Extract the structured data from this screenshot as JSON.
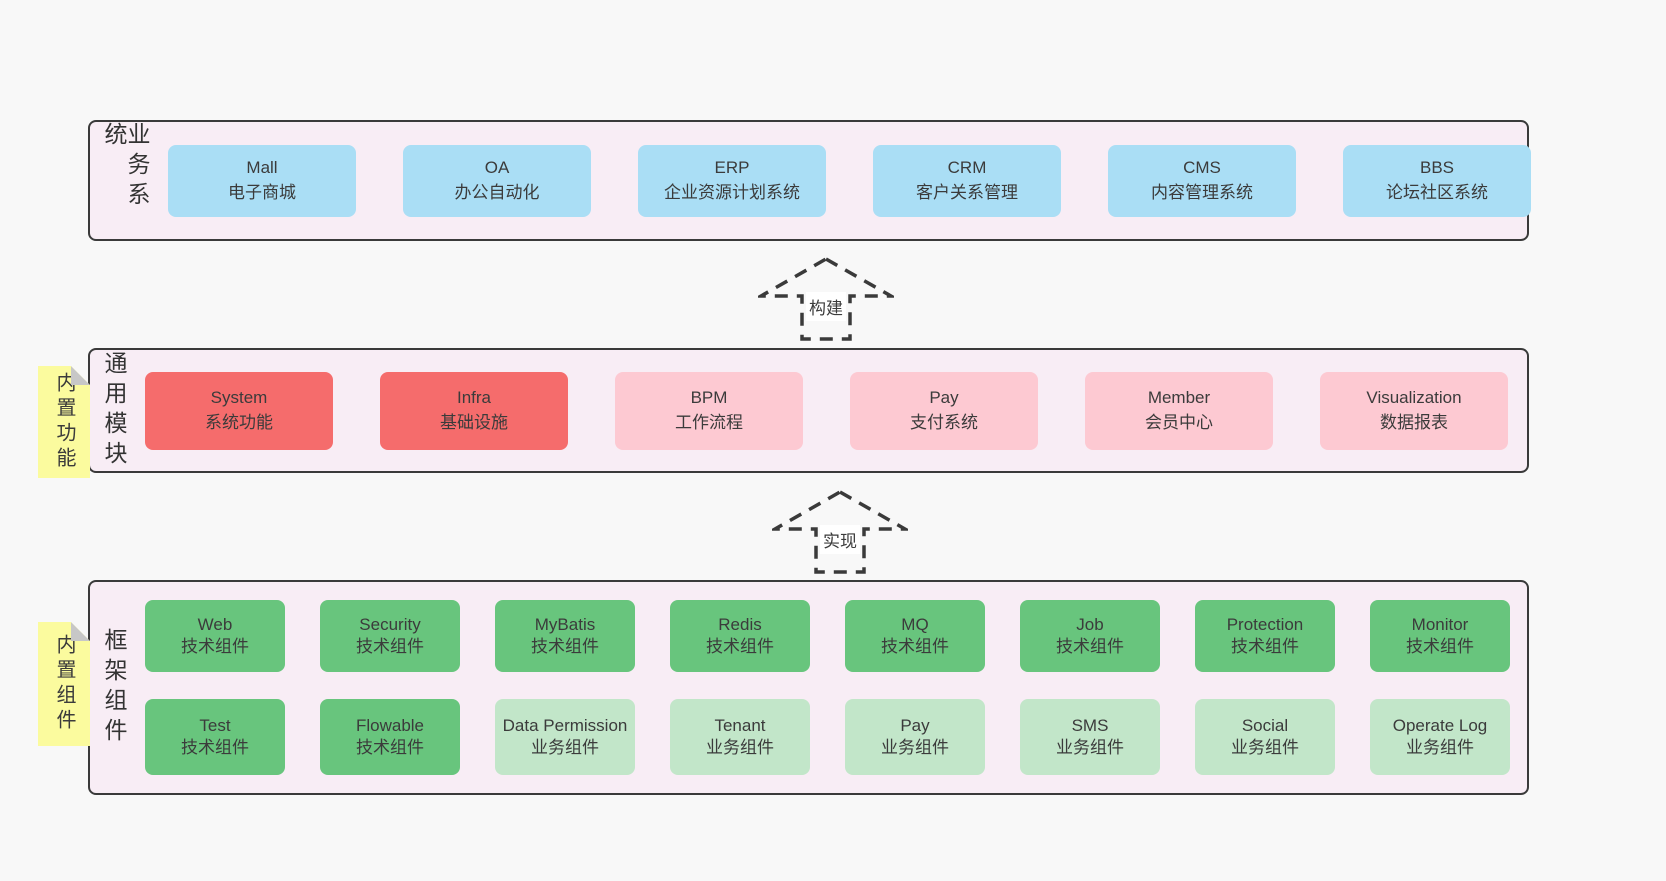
{
  "colors": {
    "page_bg": "#f8f8f8",
    "band_bg": "#f8edf5",
    "band_border": "#3a3a3a",
    "sticky_bg": "#fbfb9e",
    "blue": "#aadef5",
    "red": "#f56c6c",
    "pink": "#fdc9d2",
    "green": "#68c57d",
    "lightgreen": "#c2e6c9"
  },
  "arrows": [
    {
      "label": "构建"
    },
    {
      "label": "实现"
    }
  ],
  "bands": [
    {
      "label": "业务系统",
      "boxes": [
        {
          "name": "Mall",
          "desc": "电子商城",
          "type": "blue"
        },
        {
          "name": "OA",
          "desc": "办公自动化",
          "type": "blue"
        },
        {
          "name": "ERP",
          "desc": "企业资源计划系统",
          "type": "blue"
        },
        {
          "name": "CRM",
          "desc": "客户关系管理",
          "type": "blue"
        },
        {
          "name": "CMS",
          "desc": "内容管理系统",
          "type": "blue"
        },
        {
          "name": "BBS",
          "desc": "论坛社区系统",
          "type": "blue"
        }
      ]
    },
    {
      "label": "通用模块",
      "sticky": "内置功能",
      "boxes": [
        {
          "name": "System",
          "desc": "系统功能",
          "type": "red"
        },
        {
          "name": "Infra",
          "desc": "基础设施",
          "type": "red"
        },
        {
          "name": "BPM",
          "desc": "工作流程",
          "type": "pink"
        },
        {
          "name": "Pay",
          "desc": "支付系统",
          "type": "pink"
        },
        {
          "name": "Member",
          "desc": "会员中心",
          "type": "pink"
        },
        {
          "name": "Visualization",
          "desc": "数据报表",
          "type": "pink"
        }
      ]
    },
    {
      "label": "框架组件",
      "sticky": "内置组件",
      "rows": [
        [
          {
            "name": "Web",
            "desc": "技术组件",
            "type": "green"
          },
          {
            "name": "Security",
            "desc": "技术组件",
            "type": "green"
          },
          {
            "name": "MyBatis",
            "desc": "技术组件",
            "type": "green"
          },
          {
            "name": "Redis",
            "desc": "技术组件",
            "type": "green"
          },
          {
            "name": "MQ",
            "desc": "技术组件",
            "type": "green"
          },
          {
            "name": "Job",
            "desc": "技术组件",
            "type": "green"
          },
          {
            "name": "Protection",
            "desc": "技术组件",
            "type": "green"
          },
          {
            "name": "Monitor",
            "desc": "技术组件",
            "type": "green"
          }
        ],
        [
          {
            "name": "Test",
            "desc": "技术组件",
            "type": "green"
          },
          {
            "name": "Flowable",
            "desc": "技术组件",
            "type": "green"
          },
          {
            "name": "Data Permission",
            "desc": "业务组件",
            "type": "lightgreen"
          },
          {
            "name": "Tenant",
            "desc": "业务组件",
            "type": "lightgreen"
          },
          {
            "name": "Pay",
            "desc": "业务组件",
            "type": "lightgreen"
          },
          {
            "name": "SMS",
            "desc": "业务组件",
            "type": "lightgreen"
          },
          {
            "name": "Social",
            "desc": "业务组件",
            "type": "lightgreen"
          },
          {
            "name": "Operate Log",
            "desc": "业务组件",
            "type": "lightgreen"
          }
        ]
      ]
    }
  ]
}
